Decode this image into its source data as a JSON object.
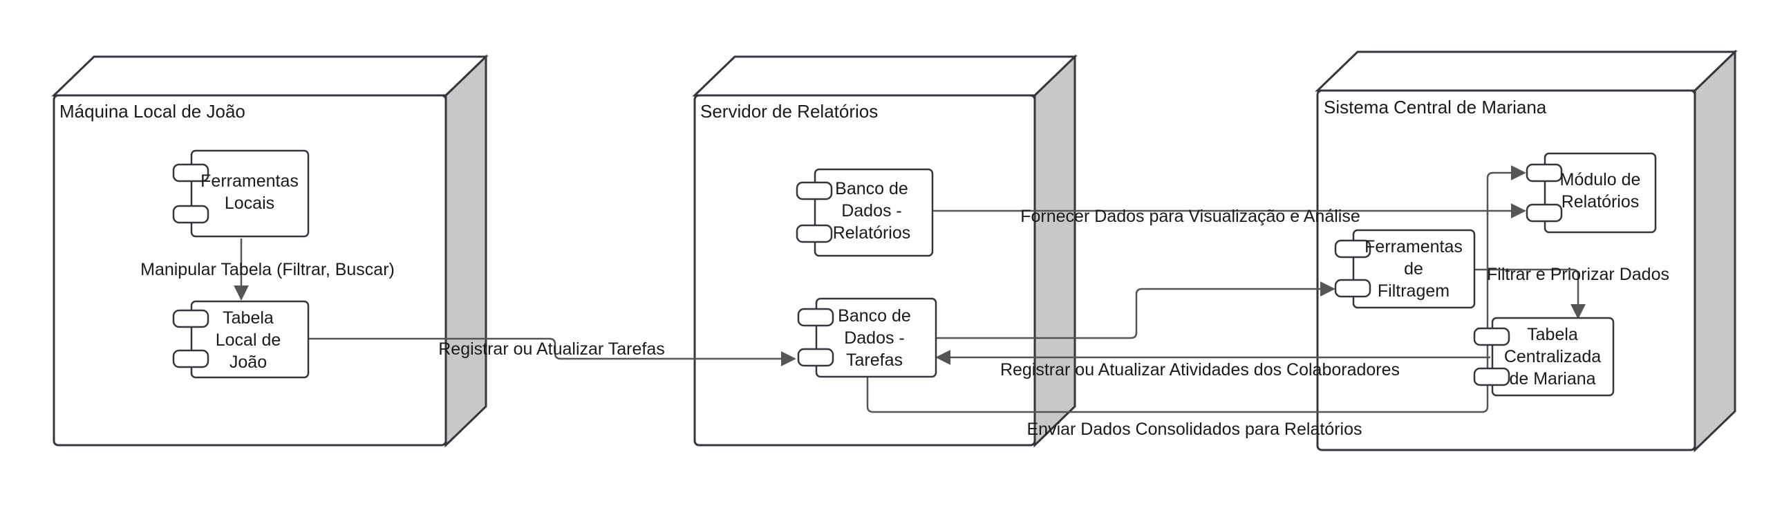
{
  "nodes": {
    "joao": {
      "title": "Máquina Local de João"
    },
    "servidor": {
      "title": "Servidor de Relatórios"
    },
    "mariana": {
      "title": "Sistema Central de Mariana"
    }
  },
  "components": {
    "ferramentas_locais": [
      "Ferramentas",
      "Locais"
    ],
    "tabela_joao": [
      "Tabela",
      "Local de",
      "João"
    ],
    "bd_relatorios": [
      "Banco de",
      "Dados -",
      "Relatórios"
    ],
    "bd_tarefas": [
      "Banco de",
      "Dados -",
      "Tarefas"
    ],
    "modulo_relatorios": [
      "Módulo de",
      "Relatórios"
    ],
    "ferramentas_filtragem": [
      "Ferramentas",
      "de",
      "Filtragem"
    ],
    "tabela_mariana": [
      "Tabela",
      "Centralizada",
      "de Mariana"
    ]
  },
  "edges": {
    "manipular": "Manipular Tabela (Filtrar, Buscar)",
    "registrar_tarefas": "Registrar ou Atualizar Tarefas",
    "fornecer": "Fornecer Dados para Visualização e Análise",
    "filtrar": "Filtrar e Priorizar Dados",
    "registrar_atividades": "Registrar ou Atualizar Atividades dos Colaboradores",
    "enviar": "Enviar Dados Consolidados para Relatórios"
  }
}
